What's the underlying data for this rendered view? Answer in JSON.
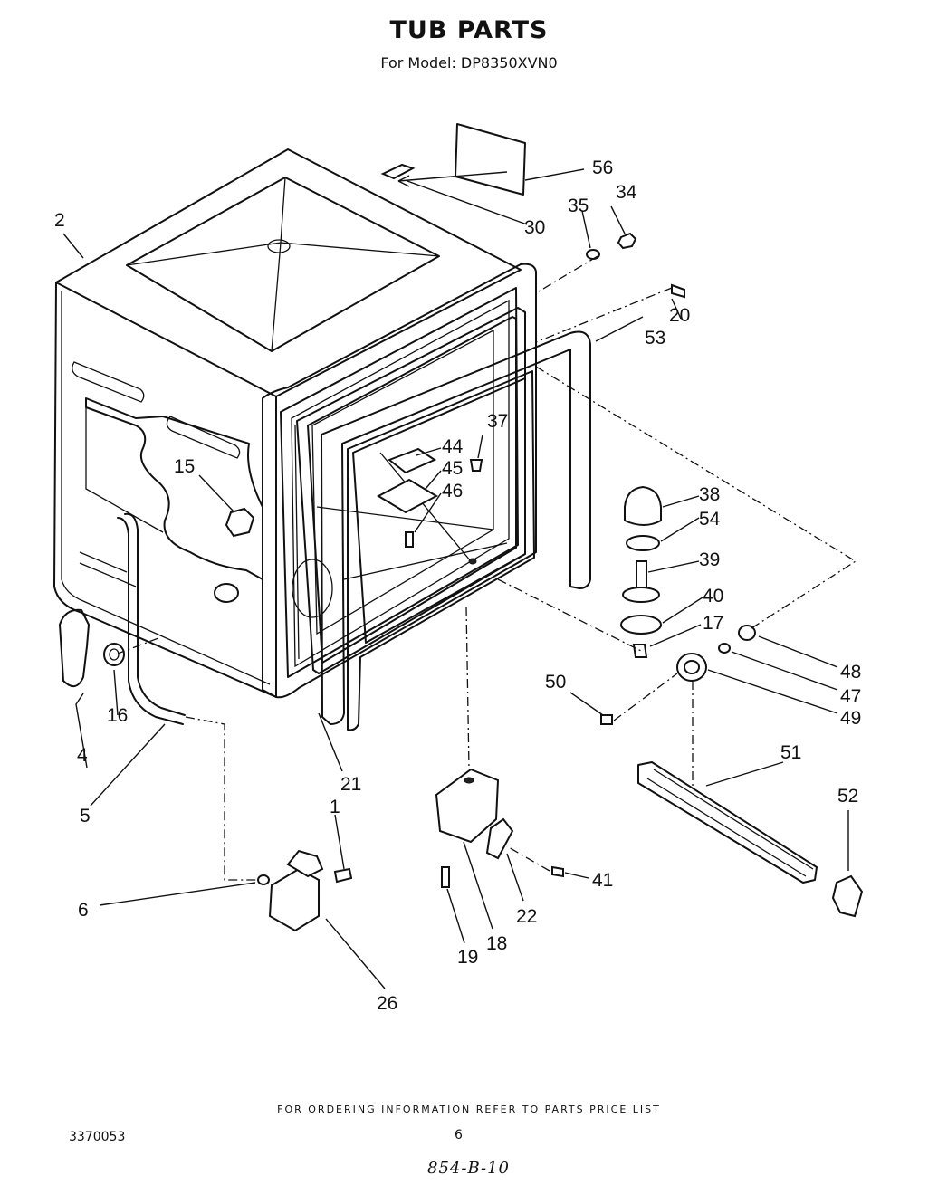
{
  "header": {
    "title": "TUB PARTS",
    "subtitle": "For Model: DP8350XVN0"
  },
  "footer": {
    "ordering_note": "FOR ORDERING INFORMATION REFER TO PARTS PRICE LIST",
    "document_number": "3370053",
    "page_number": "6",
    "handwritten_note": "854-B-10"
  },
  "callouts": [
    {
      "id": "c1",
      "label": "1"
    },
    {
      "id": "c2",
      "label": "2"
    },
    {
      "id": "c4",
      "label": "4"
    },
    {
      "id": "c5",
      "label": "5"
    },
    {
      "id": "c6",
      "label": "6"
    },
    {
      "id": "c15",
      "label": "15"
    },
    {
      "id": "c16",
      "label": "16"
    },
    {
      "id": "c17",
      "label": "17"
    },
    {
      "id": "c18",
      "label": "18"
    },
    {
      "id": "c19",
      "label": "19"
    },
    {
      "id": "c20",
      "label": "20"
    },
    {
      "id": "c21",
      "label": "21"
    },
    {
      "id": "c22",
      "label": "22"
    },
    {
      "id": "c26",
      "label": "26"
    },
    {
      "id": "c30",
      "label": "30"
    },
    {
      "id": "c34",
      "label": "34"
    },
    {
      "id": "c35",
      "label": "35"
    },
    {
      "id": "c37",
      "label": "37"
    },
    {
      "id": "c38",
      "label": "38"
    },
    {
      "id": "c39",
      "label": "39"
    },
    {
      "id": "c40",
      "label": "40"
    },
    {
      "id": "c41",
      "label": "41"
    },
    {
      "id": "c44",
      "label": "44"
    },
    {
      "id": "c45",
      "label": "45"
    },
    {
      "id": "c46",
      "label": "46"
    },
    {
      "id": "c47",
      "label": "47"
    },
    {
      "id": "c48",
      "label": "48"
    },
    {
      "id": "c49",
      "label": "49"
    },
    {
      "id": "c50",
      "label": "50"
    },
    {
      "id": "c51",
      "label": "51"
    },
    {
      "id": "c52",
      "label": "52"
    },
    {
      "id": "c53",
      "label": "53"
    },
    {
      "id": "c54",
      "label": "54"
    },
    {
      "id": "c56",
      "label": "56"
    }
  ]
}
